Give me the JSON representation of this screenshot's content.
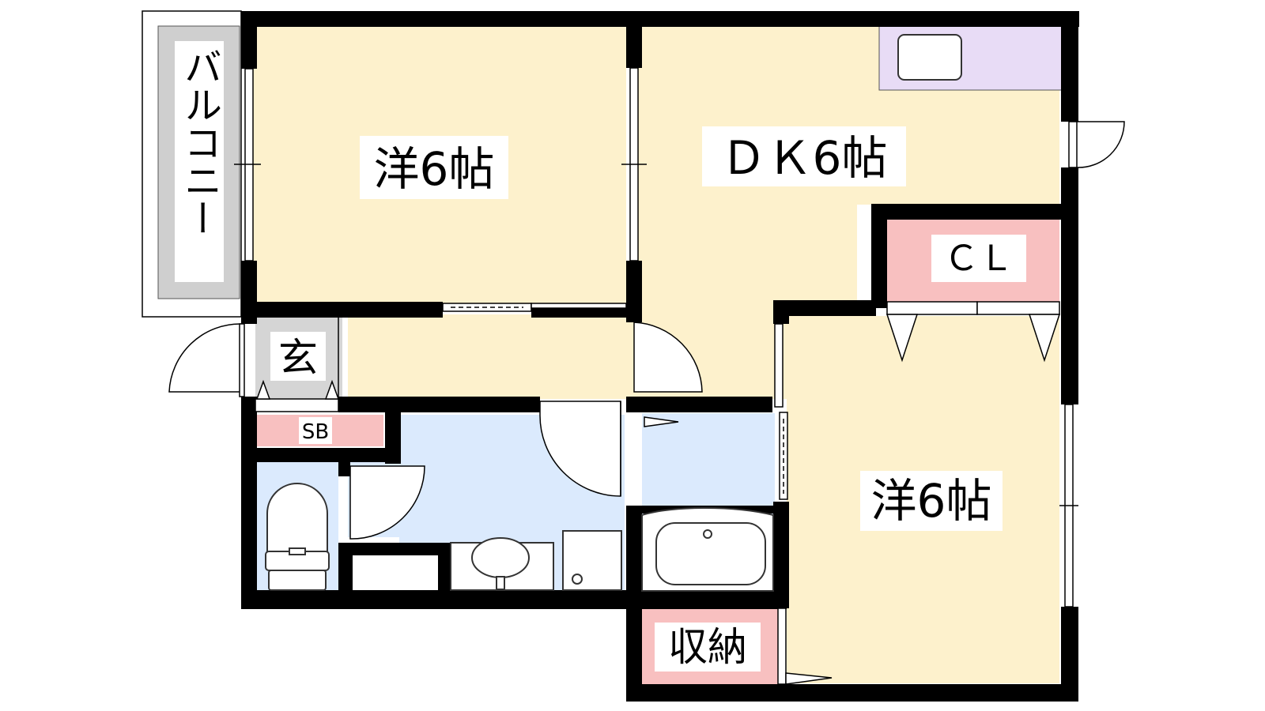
{
  "rooms": {
    "western_room_1": "洋6帖",
    "dining_kitchen": "ＤＫ6帖",
    "closet": "ＣＬ",
    "western_room_2": "洋6帖",
    "entrance": "玄",
    "shoe_box": "SB",
    "storage": "収納",
    "balcony": "バルコニー"
  },
  "colors": {
    "wall": "#000000",
    "room_cream": "#fdf1cc",
    "wet_area_blue": "#dbeafd",
    "storage_pink": "#f8c0c0",
    "kitchen_lavender": "#e8dcf6",
    "balcony_gray": "#cfcfcf",
    "entrance_gray": "#d5d5d5",
    "fixture_white": "#ffffff"
  }
}
